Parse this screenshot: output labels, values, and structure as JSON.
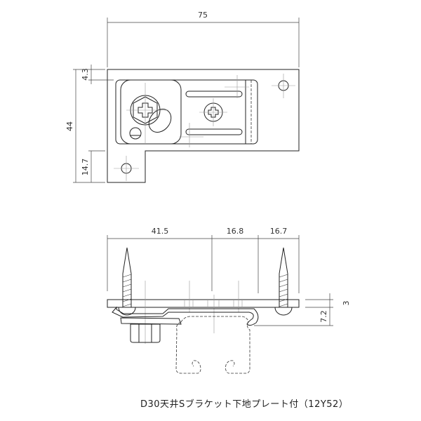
{
  "top_view": {
    "dim_width": "75",
    "dim_top_offset": "4.3",
    "dim_height": "44",
    "dim_tab_height": "14.7"
  },
  "side_view": {
    "dim_a": "41.5",
    "dim_b": "16.8",
    "dim_c": "16.7",
    "dim_plate_thickness": "3",
    "dim_drop": "7.2"
  },
  "caption": "D30天井Sブラケット下地プレート付（12Y52）"
}
